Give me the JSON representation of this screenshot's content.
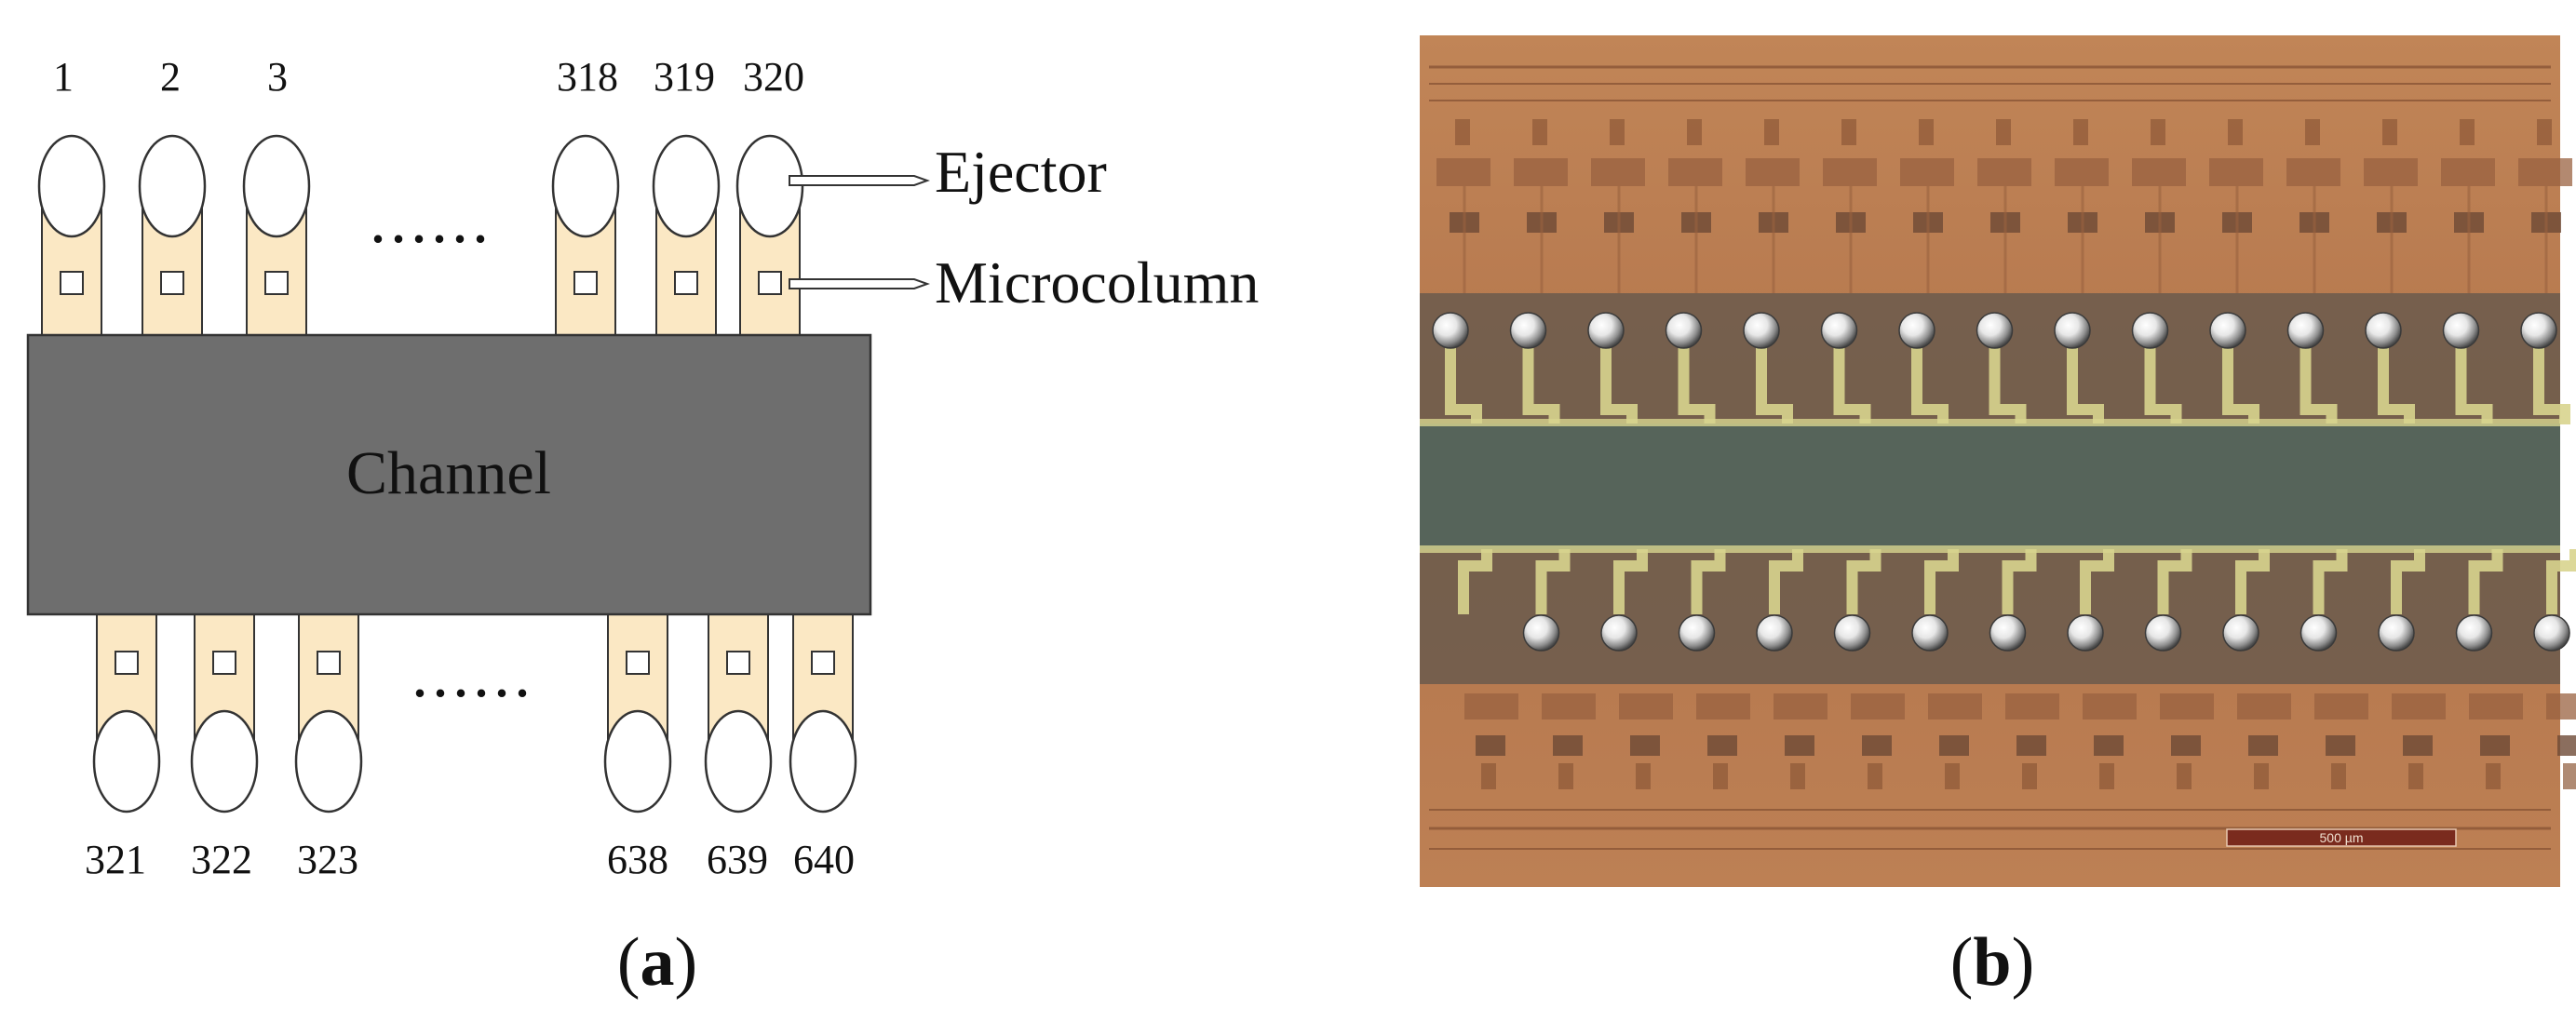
{
  "figure": {
    "panel_a": {
      "top_numbers": [
        "1",
        "2",
        "3",
        "318",
        "319",
        "320"
      ],
      "bottom_numbers": [
        "321",
        "322",
        "323",
        "638",
        "639",
        "640"
      ],
      "ellipsis": "......",
      "channel_label": "Channel",
      "callout_ejector": "Ejector",
      "callout_microcolumn": "Microcolumn",
      "caption_open": "(",
      "caption_letter": "a",
      "caption_close": ")"
    },
    "panel_b": {
      "scale_bar_label": "500 µm",
      "caption_open": "(",
      "caption_letter": "b",
      "caption_close": ")"
    },
    "colors": {
      "channel_fill": "#6e6e6e",
      "microcolumn_fill": "#fbe8c4",
      "micrograph_copper": "#b7784d",
      "micrograph_channel": "#56645a",
      "micrograph_trace": "#d8d48e"
    }
  }
}
